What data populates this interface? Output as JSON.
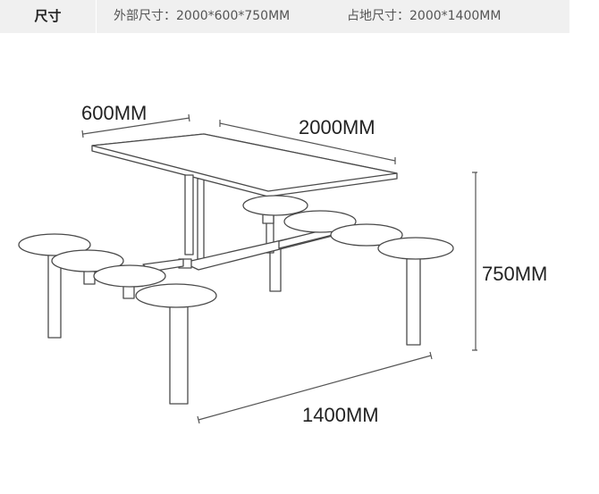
{
  "spec": {
    "label": "尺寸",
    "outer_label": "外部尺寸：",
    "outer_value": "2000*600*750MM",
    "floor_label": "占地尺寸：",
    "floor_value": "2000*1400MM"
  },
  "dimensions": {
    "width": "600MM",
    "length": "2000MM",
    "height": "750MM",
    "depth": "1400MM"
  }
}
